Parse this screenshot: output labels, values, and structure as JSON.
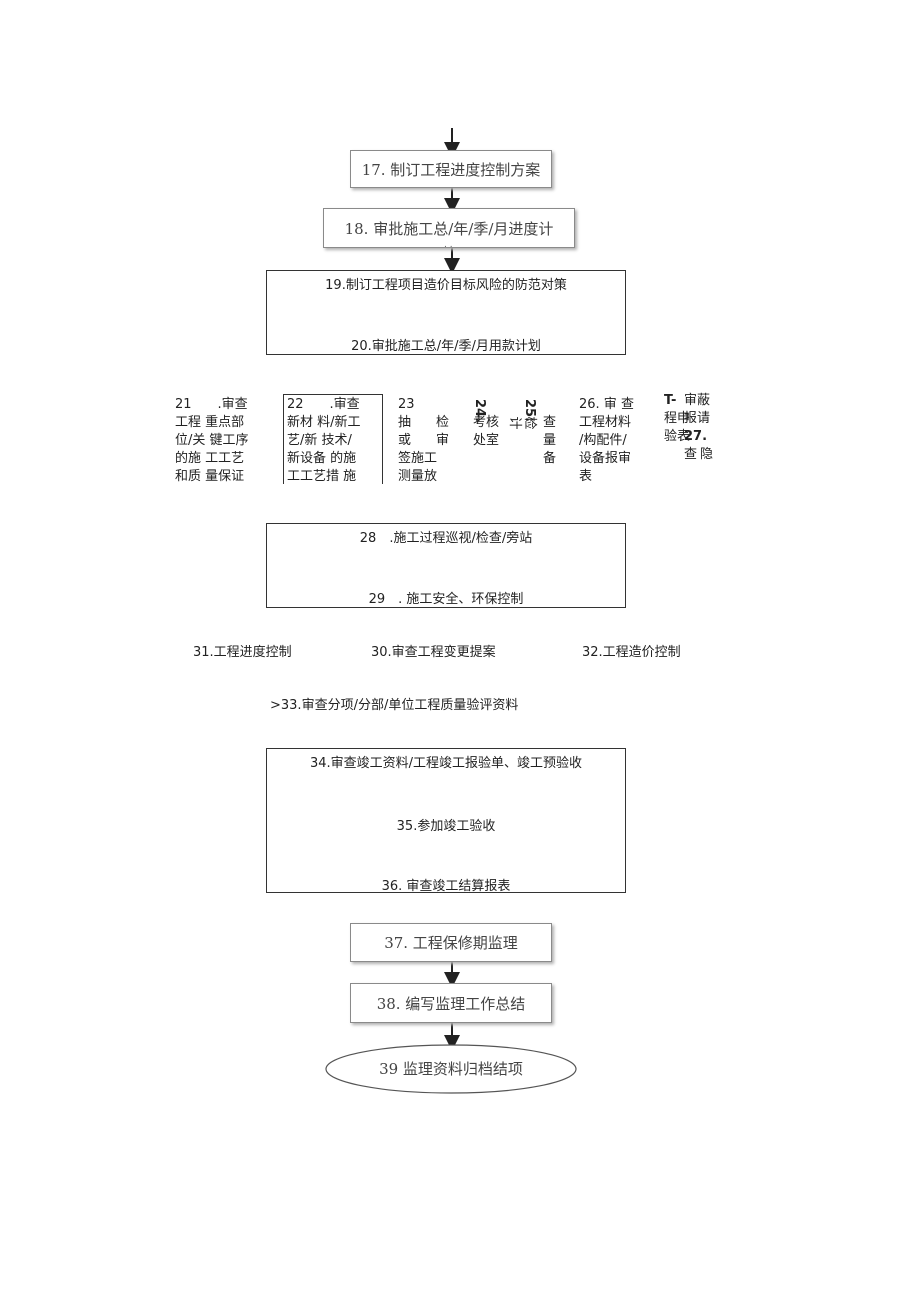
{
  "nodes": {
    "n17": "17. 制订工程进度控制方案",
    "n18": "18. 审批施工总/年/季/月进度计",
    "n18_dots": ". .",
    "n19": "19.制订工程项目造价目标风险的防范对策",
    "n20": "20.审批施工总/年/季/月用款计划",
    "n28": "28　.施工过程巡视/检查/旁站",
    "n29": "29　. 施工安全、环保控制",
    "n30": "30.审查工程变更提案",
    "n31": "31.工程进度控制",
    "n32": "32.工程造价控制",
    "n33": ">33.审查分项/分部/单位工程质量验评资料",
    "n34": "34.审查竣工资料/工程竣工报验单、竣工预验收",
    "n35": "35.参加竣工验收",
    "n36": "36. 审查竣工结算报表",
    "n37": "37. 工程保修期监理",
    "n38": "38. 编写监理工作总结",
    "n39": "39 监理资料归档结项"
  },
  "columns": {
    "c21": [
      "21　　.审查",
      "工程 重点部",
      "位/关 键工序",
      "的施 工工艺",
      "和质 量保证"
    ],
    "c22": [
      "22　　.审查",
      "新材 料/新工",
      "艺/新 技术/",
      "新设备 的施",
      "工工艺措 施"
    ],
    "c23a": [
      "23",
      "抽",
      "或",
      "签施工",
      "测量放"
    ],
    "c23b": [
      "检",
      "审"
    ],
    "c24": [
      "24.",
      "考核",
      "处室"
    ],
    "c25": [
      "25.",
      "检计"
    ],
    "c25b": [
      "查",
      "量",
      "备"
    ],
    "c26": [
      "26. 审 查",
      "工程材料",
      "/构配件/",
      "设备报审",
      "表"
    ],
    "c27a": [
      "T-",
      "程申",
      "验表"
    ],
    "c27b": [
      "审蔽",
      "报请",
      "27.",
      "查",
      "隐"
    ]
  }
}
